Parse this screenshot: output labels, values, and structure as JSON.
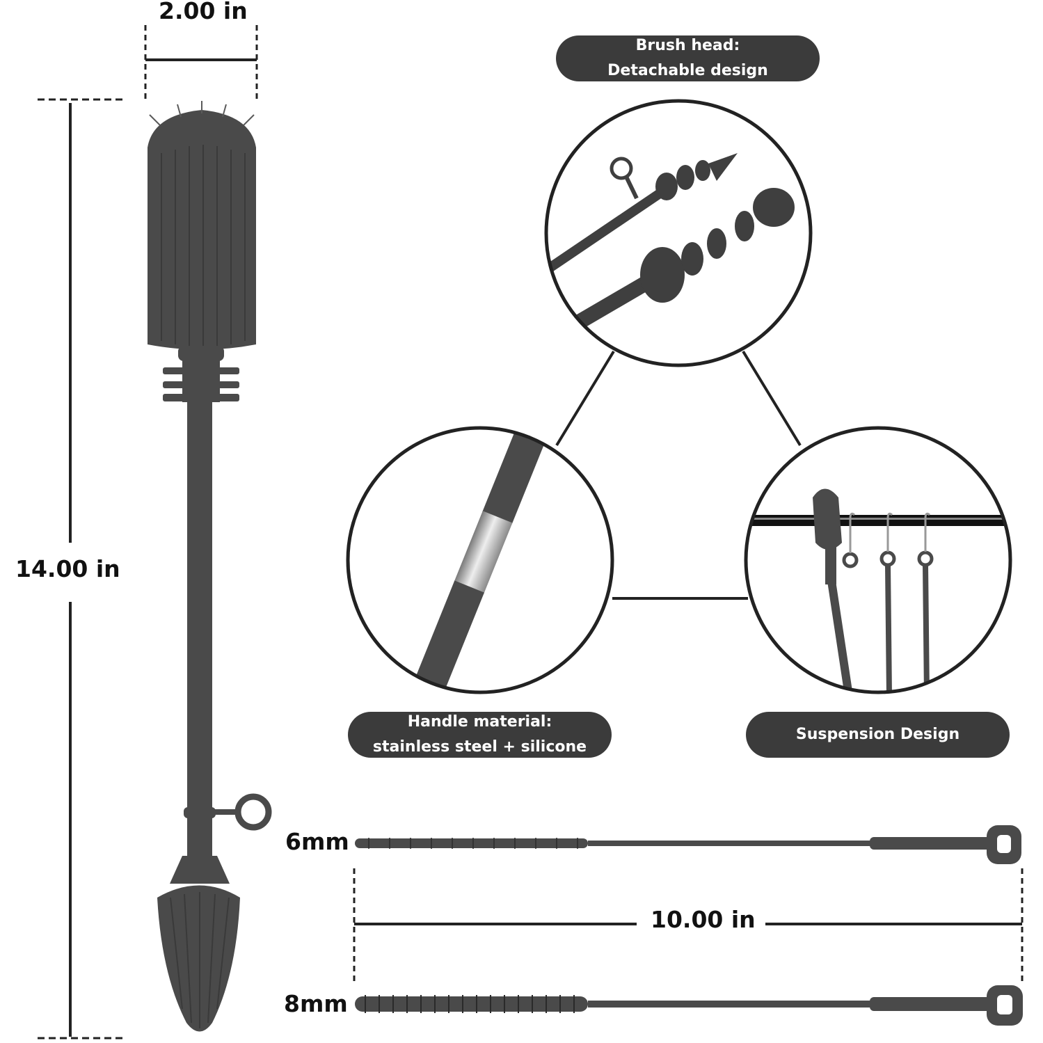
{
  "dimensions": {
    "width": "2.00 in",
    "height": "14.00 in",
    "straw_length": "10.00 in"
  },
  "callouts": {
    "brush_head": {
      "line1": "Brush head:",
      "line2": "Detachable design"
    },
    "handle_material": {
      "line1": "Handle material:",
      "line2": "stainless steel + silicone"
    },
    "suspension": {
      "label": "Suspension Design"
    }
  },
  "straw_brushes": {
    "small": "6mm",
    "large": "8mm"
  },
  "colors": {
    "product": "#4a4a4a",
    "pill": "#3b3b3b",
    "line": "#111111",
    "steel": "#c8c8c8"
  }
}
